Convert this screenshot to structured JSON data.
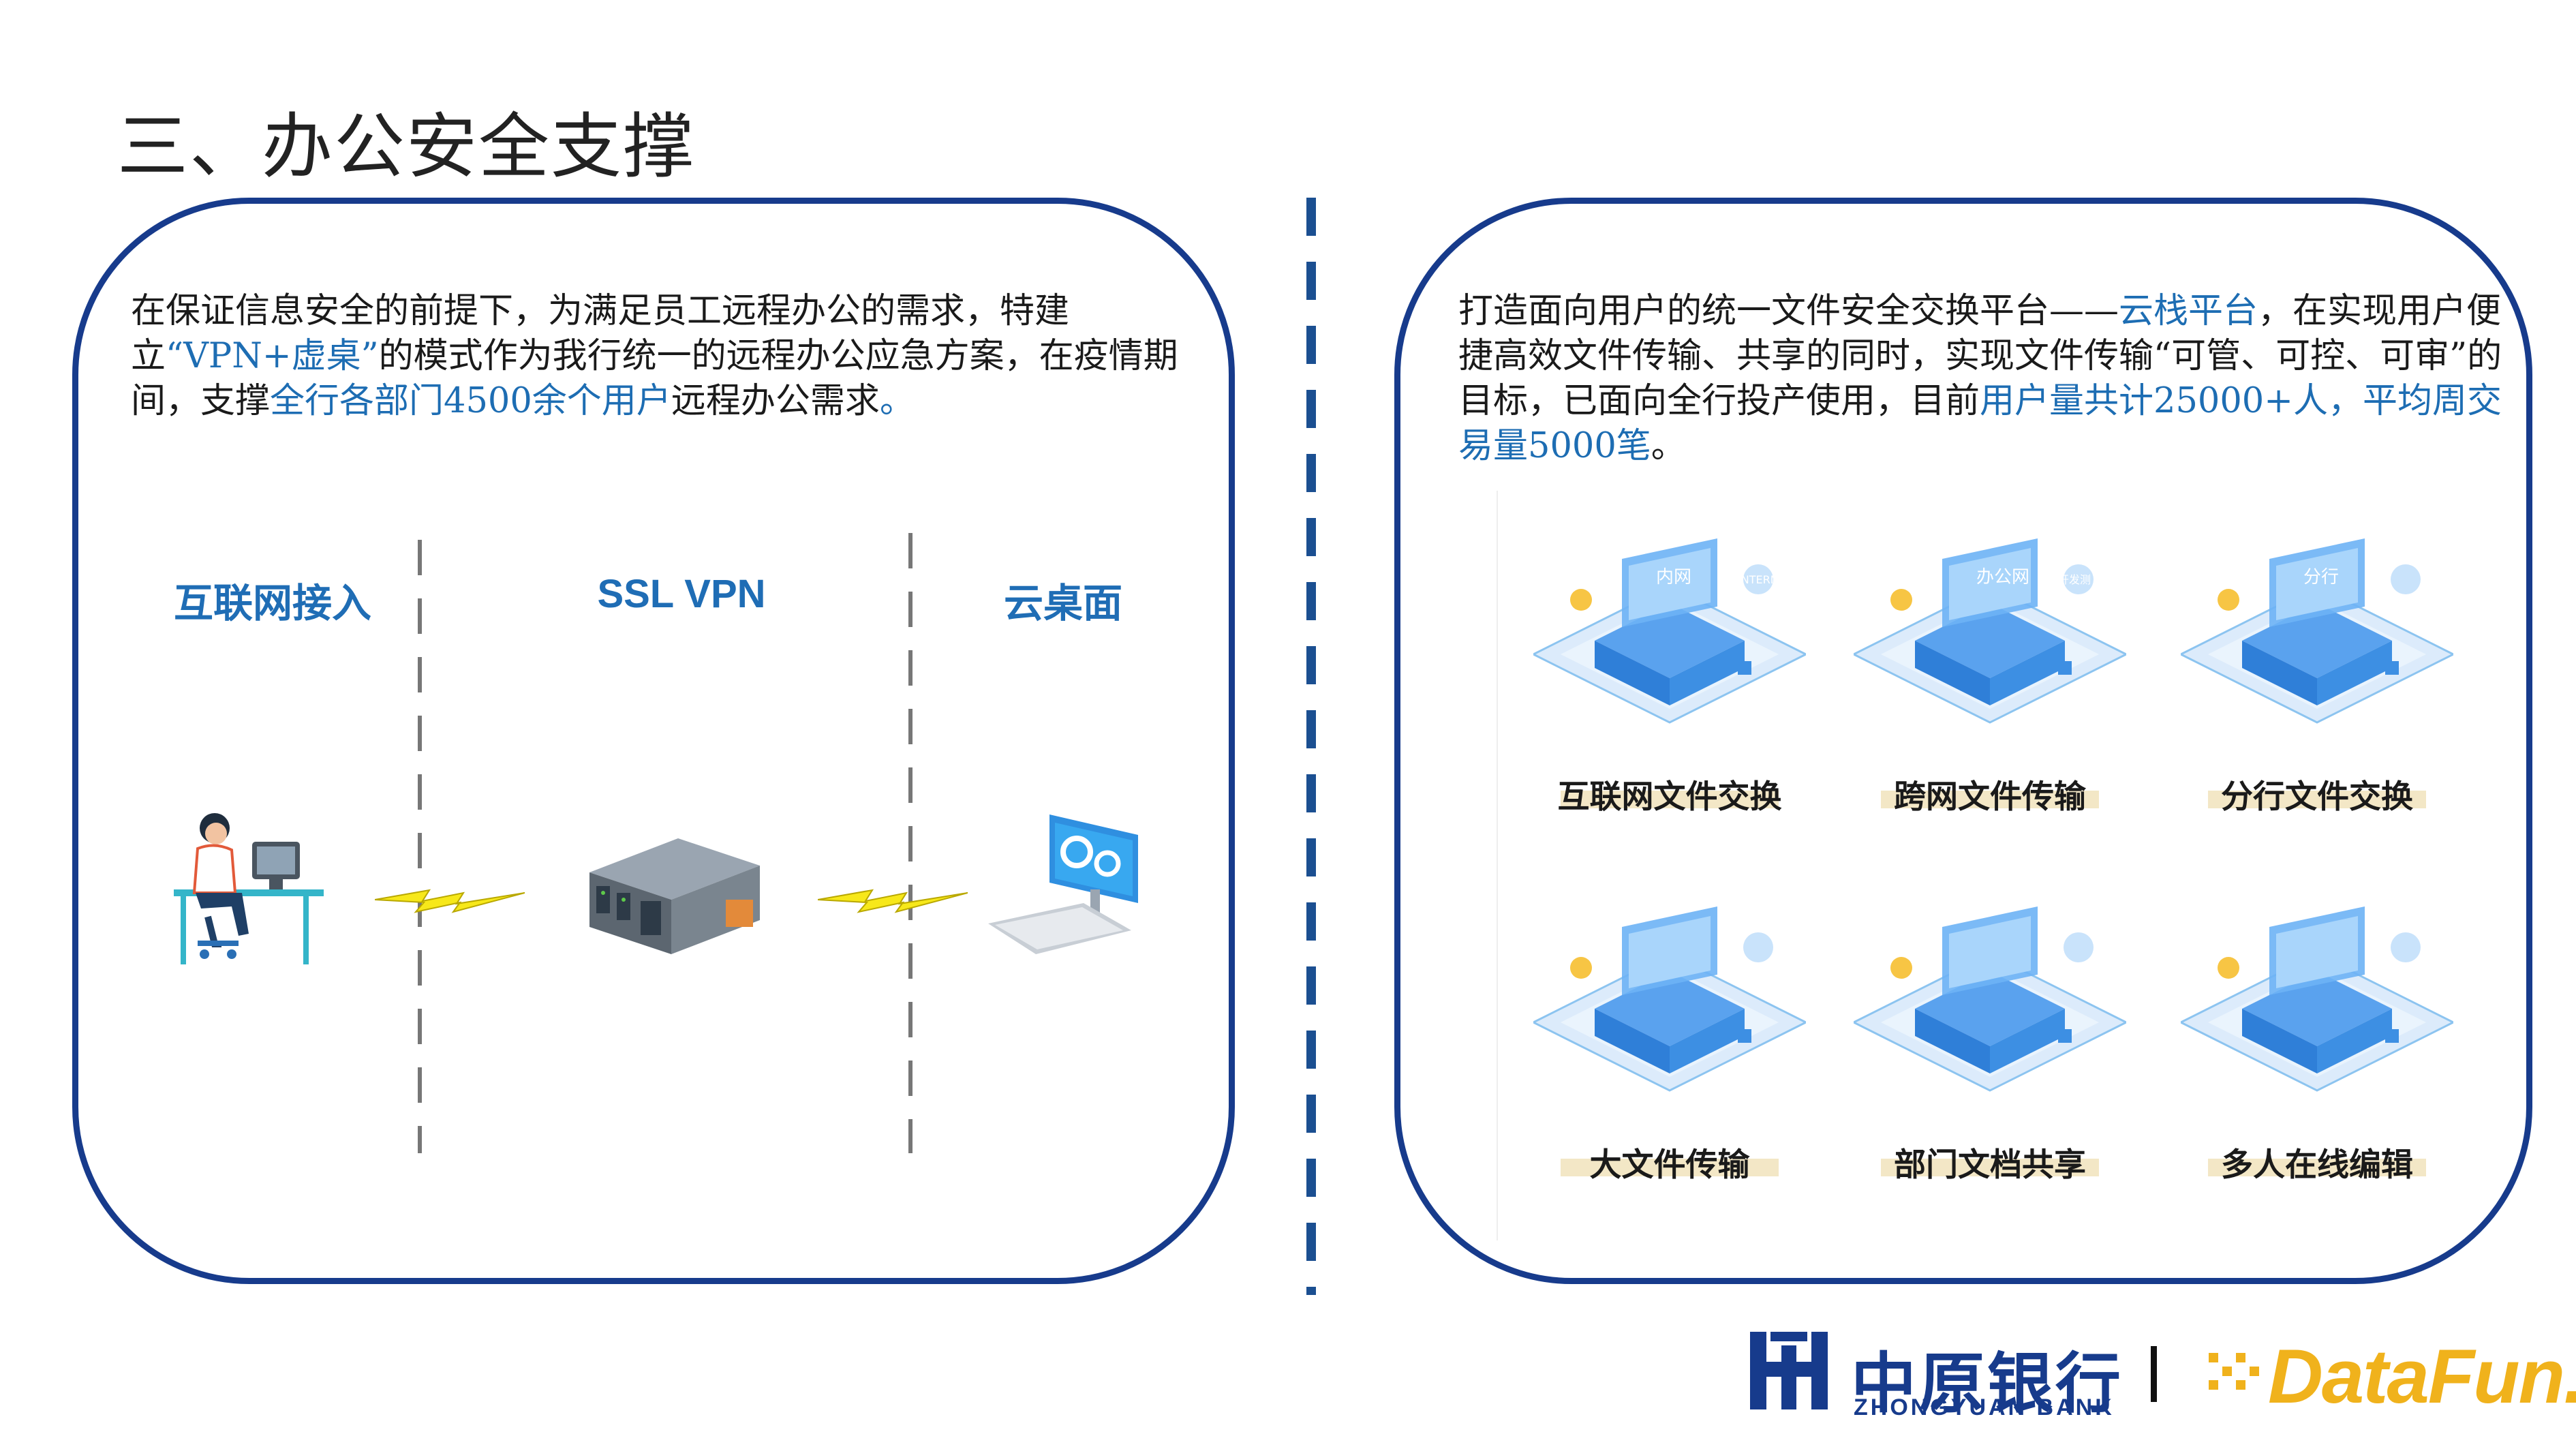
{
  "title": "三、办公安全支撑",
  "left": {
    "paragraph": [
      {
        "text": "在保证信息安全的前提下，为满足员工远程办公的需求，特建立",
        "hl": false
      },
      {
        "text": "“VPN+虚桌”",
        "hl": true
      },
      {
        "text": "的模式作为我行统一的远程办公应急方案，在疫情期间，支撑",
        "hl": false
      },
      {
        "text": "全行各部门4500余个用户",
        "hl": true
      },
      {
        "text": "远程办公需求",
        "hl": false
      },
      {
        "text": "。",
        "hl": true
      }
    ],
    "columns": [
      {
        "label": "互联网接入",
        "icon": "remote-worker-icon"
      },
      {
        "label": "SSL VPN",
        "icon": "server-icon"
      },
      {
        "label": "云桌面",
        "icon": "cloud-desktop-icon"
      }
    ],
    "connector_icon": "lightning-bolt-icon"
  },
  "right": {
    "paragraph": [
      {
        "text": "打造面向用户的统一文件安全交换平台——",
        "hl": false
      },
      {
        "text": "云栈平台",
        "hl": true
      },
      {
        "text": "，在实现用户便捷高效文件传输、共享的同时，实现文件传输“可管、可控、可审”的目标，已面向全行投产使用，目前",
        "hl": false
      },
      {
        "text": "用户量共计25000+人，平均周交易量5000笔",
        "hl": true
      },
      {
        "text": "。",
        "hl": false
      }
    ],
    "features": [
      {
        "label": "互联网文件交换",
        "icon": "internet-file-exchange-icon",
        "badge": "内网",
        "badge2": "INTERNET"
      },
      {
        "label": "跨网文件传输",
        "icon": "cross-network-transfer-icon",
        "badge": "办公网",
        "badge2": "开发测"
      },
      {
        "label": "分行文件交换",
        "icon": "branch-file-exchange-icon",
        "badge": "分行",
        "badge2": ""
      },
      {
        "label": "大文件传输",
        "icon": "large-file-transfer-icon",
        "badge": "",
        "badge2": ""
      },
      {
        "label": "部门文档共享",
        "icon": "department-doc-share-icon",
        "badge": "",
        "badge2": ""
      },
      {
        "label": "多人在线编辑",
        "icon": "multi-user-edit-icon",
        "badge": "",
        "badge2": ""
      }
    ]
  },
  "footer": {
    "bank_name_cn": "中原银行",
    "bank_name_en": "ZHONGYUAN BANK",
    "partner": "DataFun."
  },
  "colors": {
    "primary": "#173b8c",
    "highlight": "#1d6db3",
    "accent": "#f0b21c"
  }
}
